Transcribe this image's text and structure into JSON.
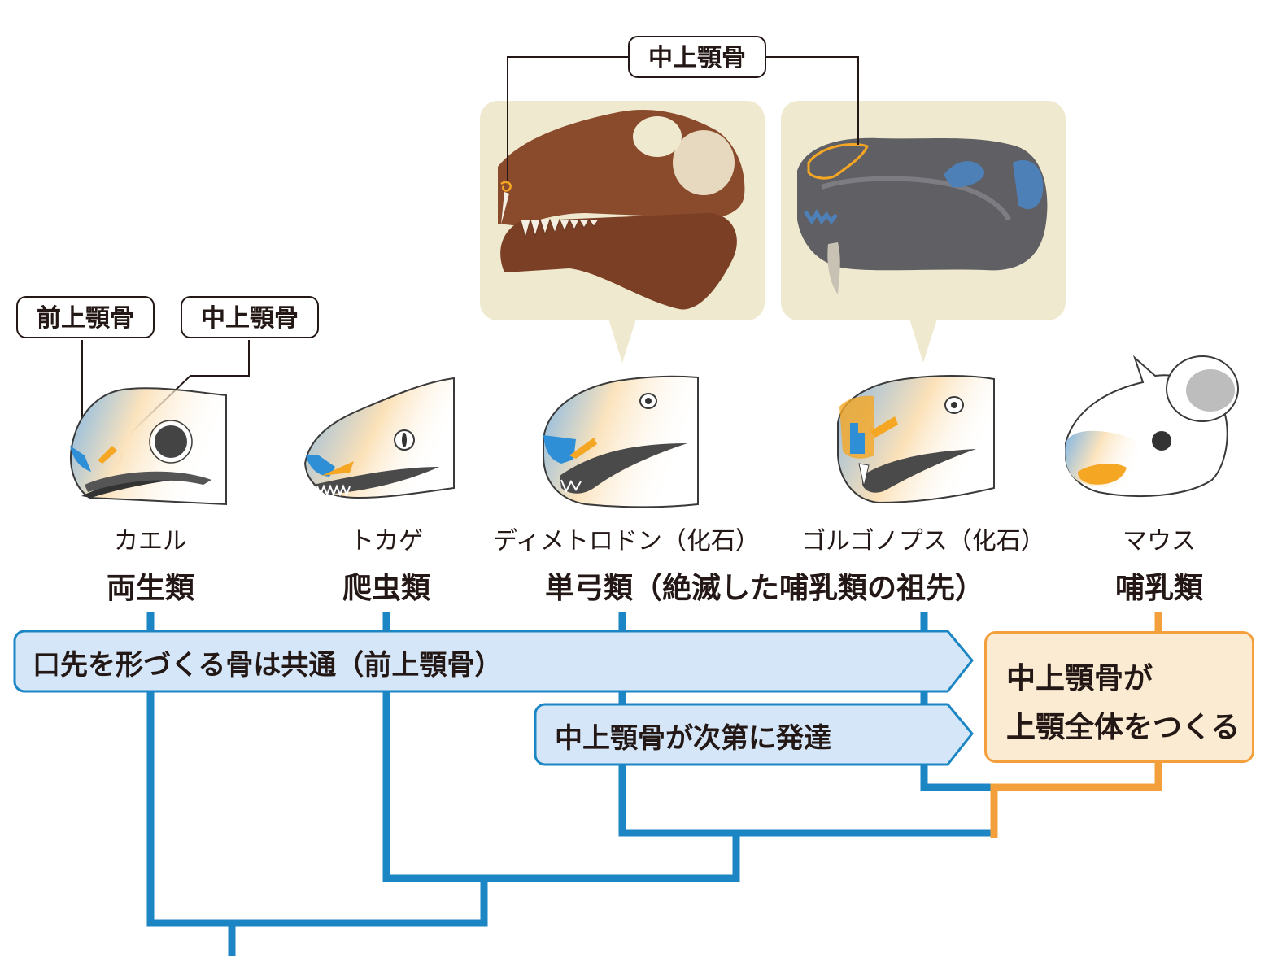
{
  "callouts": {
    "premaxilla_left": "前上顎骨",
    "maxilla_left": "中上顎骨",
    "maxilla_top": "中上顎骨"
  },
  "species": {
    "frog": "カエル",
    "lizard": "トカゲ",
    "dimetrodon": "ディメトロドン（化石）",
    "gorgonops": "ゴルゴノプス（化石）",
    "mouse": "マウス"
  },
  "classes": {
    "amphibian": "両生類",
    "reptile": "爬虫類",
    "synapsid": "単弓類（絶滅した哺乳類の祖先）",
    "mammal": "哺乳類"
  },
  "banners": {
    "common": "口先を形づくる骨は共通（前上顎骨）",
    "develop": "中上顎骨が次第に発達"
  },
  "result_box": {
    "line1": "中上顎骨が",
    "line2": "上顎全体をつくる"
  },
  "colors": {
    "tree_blue": "#1c86c4",
    "tree_orange": "#f3a03c",
    "banner_fill": "#d4e6f7",
    "result_fill": "#fcebd3",
    "photo_bg": "#efe9cf",
    "premaxilla_blue": "#2e8fd6",
    "maxilla_orange": "#f5a623"
  }
}
